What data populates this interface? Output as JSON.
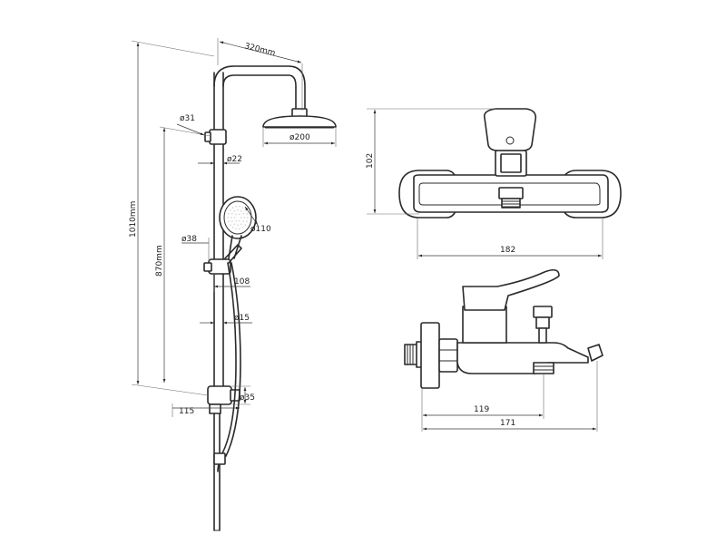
{
  "shower_column": {
    "height_total": "1010mm",
    "height_slide": "870mm",
    "overhead_reach": "320mm",
    "overhead_head": "ø200",
    "pipe_diameter": "ø22",
    "overhead_clamp": "ø31",
    "hand_shower": "ø110",
    "slide_holder": "ø38",
    "holder_projection": "108",
    "lower_pipe": "ø15",
    "diverter": "ø35",
    "diverter_projection": "115"
  },
  "mixer_front": {
    "height": "102",
    "width": "182"
  },
  "mixer_side": {
    "spout_to_diverter": "119",
    "total_depth": "171"
  }
}
